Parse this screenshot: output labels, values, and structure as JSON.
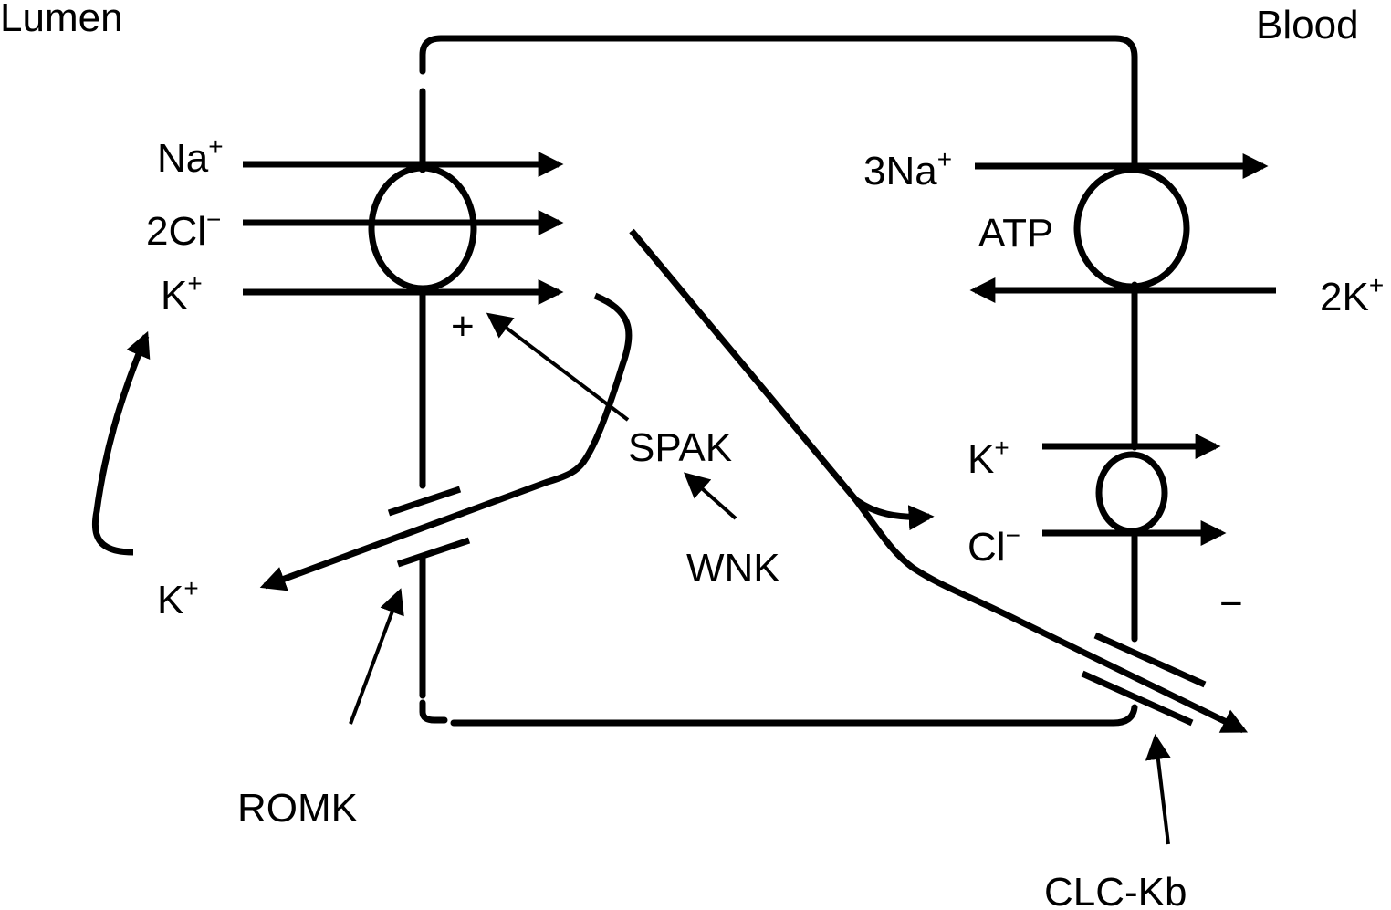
{
  "compartments": {
    "lumen": "Lumen",
    "blood": "Blood"
  },
  "apical": {
    "cotransporter": {
      "na_base": "Na",
      "na_charge": "+",
      "cl_base": "2Cl",
      "cl_charge": "−",
      "k_base": "K",
      "k_charge": "+"
    },
    "romk_k_base": "K",
    "romk_k_charge": "+",
    "stimulation_sign": "+"
  },
  "basolateral": {
    "pump": {
      "na_base": "3Na",
      "na_charge": "+",
      "atp": "ATP",
      "k_base": "2K",
      "k_charge": "+"
    },
    "kcl": {
      "k_base": "K",
      "k_charge": "+",
      "cl_base": "Cl",
      "cl_charge": "−"
    },
    "potential_sign": "−"
  },
  "regulators": {
    "spak": "SPAK",
    "wnk": "WNK"
  },
  "channels": {
    "romk": "ROMK",
    "clckb": "CLC-Kb"
  },
  "colors": {
    "line": "#000000",
    "background": "#ffffff"
  }
}
